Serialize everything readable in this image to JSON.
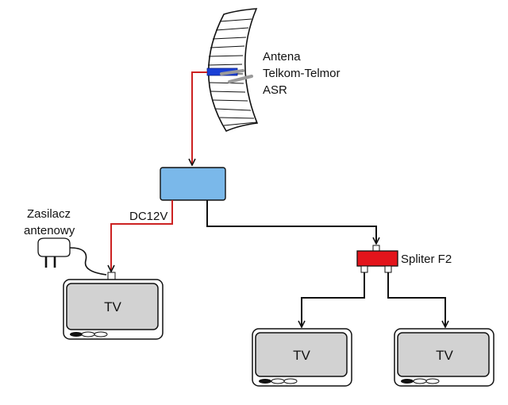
{
  "antenna": {
    "label_lines": [
      "Antena",
      "Telkom-Telmor",
      "ASR"
    ]
  },
  "power_supply": {
    "label_lines": [
      "Zasilacz",
      "antenowy"
    ]
  },
  "power_line": {
    "label": "DC12V"
  },
  "splitter": {
    "label": "Spliter F2"
  },
  "tvs": [
    {
      "label": "TV"
    },
    {
      "label": "TV"
    },
    {
      "label": "TV"
    }
  ],
  "colors": {
    "dc_line": "#cc2222",
    "signal_line": "#111111",
    "amplifier": "#7ab8ea",
    "splitter": "#e3141b",
    "tv_screen": "#d2d2d2",
    "antenna_band": "#1a3fd6",
    "lnb": "#9a9a9a"
  }
}
